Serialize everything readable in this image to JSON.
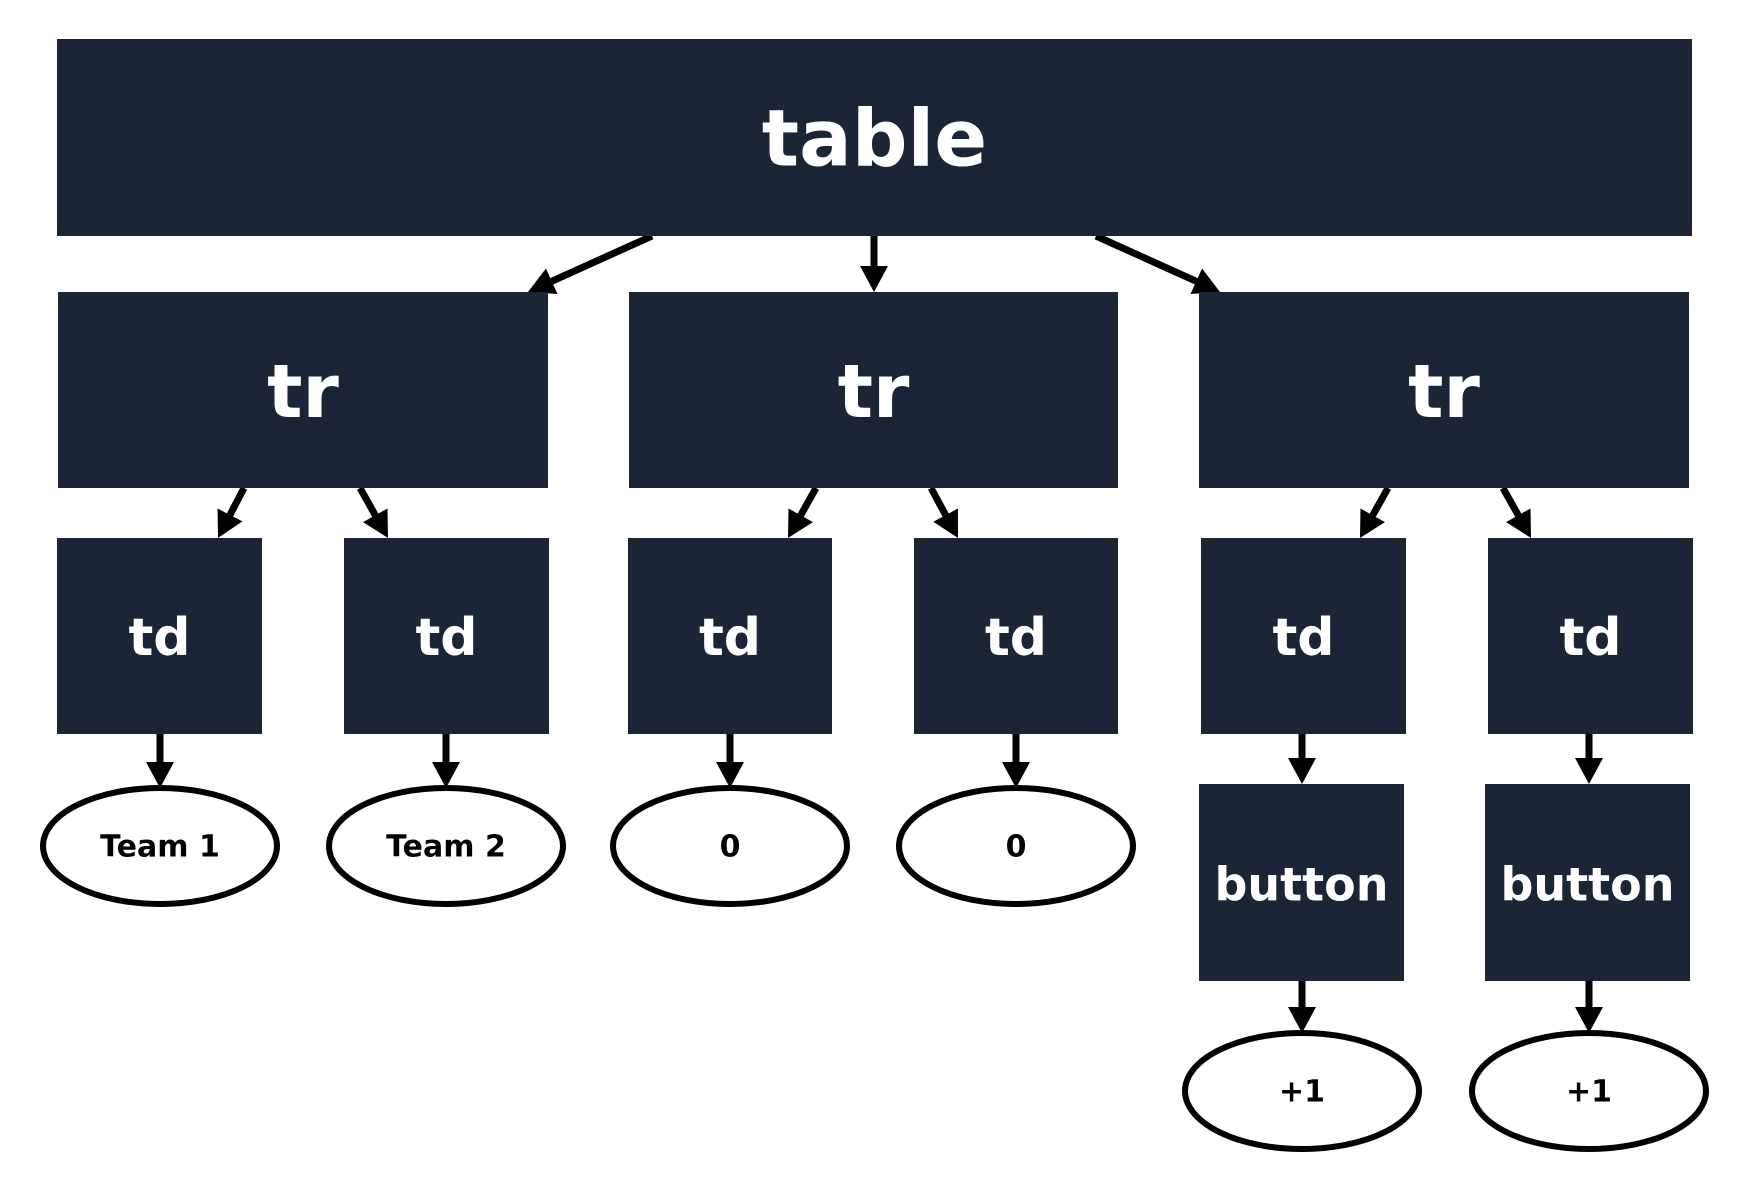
{
  "colors": {
    "node_fill": "#1b2536",
    "node_text": "#ffffff",
    "leaf_fill": "#ffffff",
    "leaf_stroke": "#000000",
    "edge": "#000000"
  },
  "nodes": [
    {
      "id": "table",
      "label": "table",
      "shape": "rect"
    },
    {
      "id": "tr1",
      "label": "tr",
      "shape": "rect"
    },
    {
      "id": "tr2",
      "label": "tr",
      "shape": "rect"
    },
    {
      "id": "tr3",
      "label": "tr",
      "shape": "rect"
    },
    {
      "id": "td1",
      "label": "td",
      "shape": "rect"
    },
    {
      "id": "td2",
      "label": "td",
      "shape": "rect"
    },
    {
      "id": "td3",
      "label": "td",
      "shape": "rect"
    },
    {
      "id": "td4",
      "label": "td",
      "shape": "rect"
    },
    {
      "id": "td5",
      "label": "td",
      "shape": "rect"
    },
    {
      "id": "td6",
      "label": "td",
      "shape": "rect"
    },
    {
      "id": "txt1",
      "label": "Team 1",
      "shape": "ellipse"
    },
    {
      "id": "txt2",
      "label": "Team 2",
      "shape": "ellipse"
    },
    {
      "id": "txt3",
      "label": "0",
      "shape": "ellipse"
    },
    {
      "id": "txt4",
      "label": "0",
      "shape": "ellipse"
    },
    {
      "id": "btn1",
      "label": "button",
      "shape": "rect"
    },
    {
      "id": "btn2",
      "label": "button",
      "shape": "rect"
    },
    {
      "id": "txt5",
      "label": "+1",
      "shape": "ellipse"
    },
    {
      "id": "txt6",
      "label": "+1",
      "shape": "ellipse"
    }
  ],
  "edges": [
    {
      "from": "table",
      "to": "tr1"
    },
    {
      "from": "table",
      "to": "tr2"
    },
    {
      "from": "table",
      "to": "tr3"
    },
    {
      "from": "tr1",
      "to": "td1"
    },
    {
      "from": "tr1",
      "to": "td2"
    },
    {
      "from": "tr2",
      "to": "td3"
    },
    {
      "from": "tr2",
      "to": "td4"
    },
    {
      "from": "tr3",
      "to": "td5"
    },
    {
      "from": "tr3",
      "to": "td6"
    },
    {
      "from": "td1",
      "to": "txt1"
    },
    {
      "from": "td2",
      "to": "txt2"
    },
    {
      "from": "td3",
      "to": "txt3"
    },
    {
      "from": "td4",
      "to": "txt4"
    },
    {
      "from": "td5",
      "to": "btn1"
    },
    {
      "from": "td6",
      "to": "btn2"
    },
    {
      "from": "btn1",
      "to": "txt5"
    },
    {
      "from": "btn2",
      "to": "txt6"
    }
  ]
}
